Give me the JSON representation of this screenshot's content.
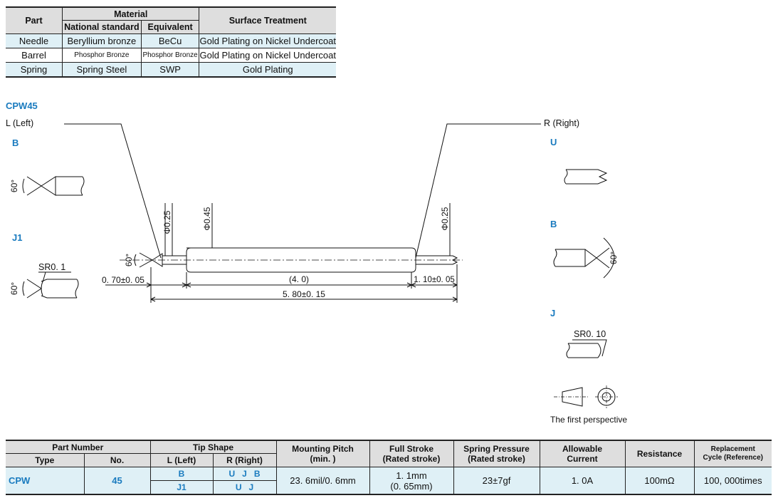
{
  "material_table": {
    "headers": {
      "part": "Part",
      "material": "Material",
      "national_standard": "National standard",
      "equivalent": "Equivalent",
      "surface_treatment": "Surface Treatment"
    },
    "rows": [
      {
        "part": "Needle",
        "national": "Beryllium bronze",
        "equivalent": "BeCu",
        "surface": "Gold Plating on Nickel Undercoat"
      },
      {
        "part": "Barrel",
        "national": "Phosphor Bronze",
        "equivalent": "Phosphor Bronze",
        "surface": "Gold Plating on Nickel Undercoat"
      },
      {
        "part": "Spring",
        "national": "Spring Steel",
        "equivalent": "SWP",
        "surface": "Gold Plating"
      }
    ]
  },
  "drawing": {
    "model": "CPW45",
    "left_label": "L (Left)",
    "right_label": "R (Right)",
    "left_tips": {
      "b": "B",
      "j1": "J1"
    },
    "right_tips": {
      "u": "U",
      "b": "B",
      "j": "J"
    },
    "angle": "60°",
    "sr_left": "SR0. 1",
    "sr_right": "SR0. 10",
    "dia_1": "Φ0.25",
    "dia_2": "Φ0.45",
    "dia_3": "Φ0.25",
    "dim_left": "0. 70±0. 05",
    "dim_middle": "(4. 0)",
    "dim_right": "1. 10±0. 05",
    "dim_total": "5. 80±0. 15",
    "perspective": "The first perspective"
  },
  "spec_table": {
    "headers": {
      "part_number": "Part Number",
      "type": "Type",
      "no": "No.",
      "tip_shape": "Tip  Shape",
      "left": "L (Left)",
      "right": "R (Right)",
      "mounting_pitch": "Mounting Pitch",
      "mounting_pitch_sub": "(min. )",
      "full_stroke": "Full Stroke",
      "full_stroke_sub": "(Rated stroke)",
      "spring_pressure": "Spring Pressure",
      "spring_pressure_sub": "(Rated stroke)",
      "allowable": "Allowable",
      "allowable_sub": "Current",
      "resistance": "Resistance",
      "replacement": "Replacement",
      "replacement_sub": "Cycle (Reference)"
    },
    "row": {
      "type": "CPW",
      "no": "45",
      "left_1": "B",
      "left_2": "J1",
      "right_1": [
        "U",
        "J",
        "B"
      ],
      "right_2": [
        "U",
        "J"
      ],
      "mounting_pitch": "23. 6mil/0. 6mm",
      "full_stroke_1": "1. 1mm",
      "full_stroke_2": "(0. 65mm)",
      "spring_pressure": "23±7gf",
      "current": "1. 0A",
      "resistance": "100mΩ",
      "replacement": "100, 000times"
    }
  }
}
